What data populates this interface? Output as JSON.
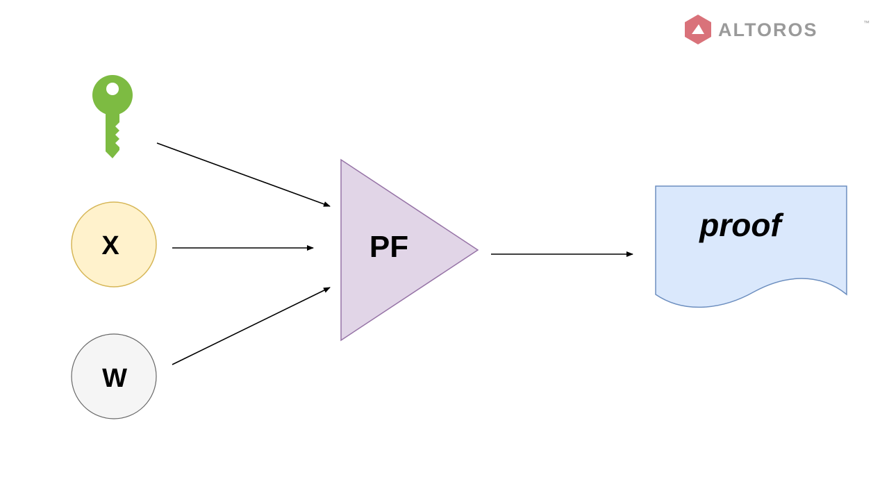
{
  "brand": {
    "name": "ALTOROS",
    "trademark": "™",
    "icon": "hexagon-logo-icon",
    "color": "#d9727a",
    "text_color": "#9a9a9a"
  },
  "diagram": {
    "inputs": [
      {
        "id": "key",
        "icon": "key-icon",
        "color": "#7dbb42"
      },
      {
        "id": "x",
        "label": "X",
        "fill": "#fff2cc",
        "stroke": "#d6b656"
      },
      {
        "id": "w",
        "label": "W",
        "fill": "#f5f5f5",
        "stroke": "#666666"
      }
    ],
    "function": {
      "label": "PF",
      "fill": "#e1d5e7",
      "stroke": "#9673a6"
    },
    "output": {
      "label": "proof",
      "fill": "#dae8fc",
      "stroke": "#6c8ebf"
    }
  }
}
